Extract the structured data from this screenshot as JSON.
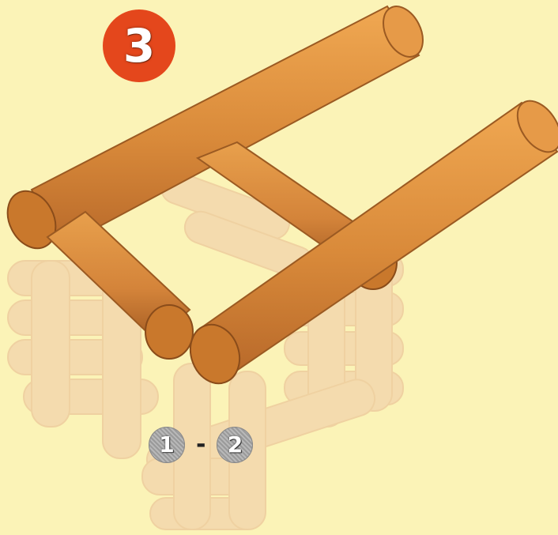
{
  "step": {
    "number": "3",
    "badge_color": "#e4471c"
  },
  "previous_steps": {
    "from": "1",
    "separator": "-",
    "to": "2"
  },
  "colors": {
    "background": "#fbf3b7",
    "log_wood": "#d98a3a",
    "log_end": "#c9782c",
    "ghost_log": "#f0c9a8"
  }
}
